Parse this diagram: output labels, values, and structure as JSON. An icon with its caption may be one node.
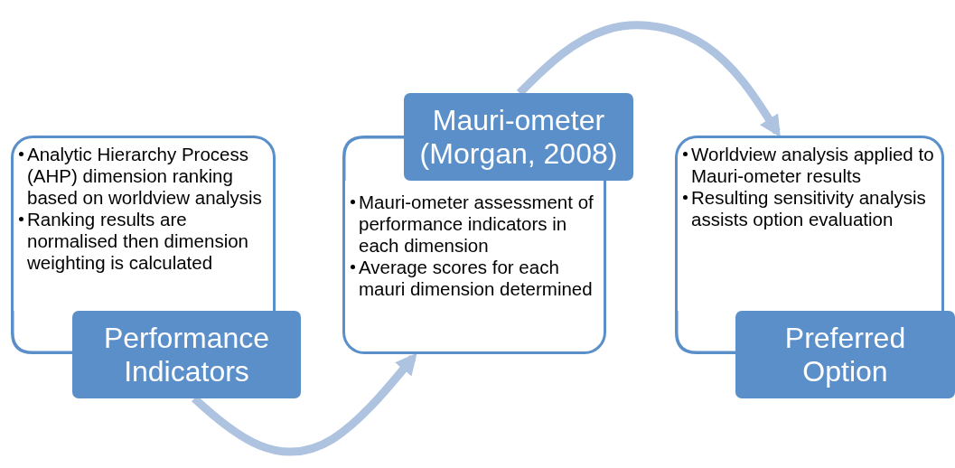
{
  "diagram": {
    "nodes": [
      {
        "text": [
          "Analytic Hierarchy Process (AHP) dimension ranking based on worldview analysis",
          "Ranking results are normalised then dimension weighting is calculated"
        ]
      },
      {
        "text": [
          "Performance Indicators"
        ]
      },
      {
        "text": [
          "Mauri-ometer (Morgan, 2008)"
        ]
      },
      {
        "text": [
          "Mauri-ometer assessment of performance indicators in each dimension",
          "Average scores for each mauri dimension determined"
        ]
      },
      {
        "text": [
          "Worldview analysis applied to Mauri-ometer results",
          "Resulting sensitivity analysis assists option evaluation"
        ]
      },
      {
        "text": [
          "Preferred Option"
        ]
      }
    ],
    "edges": [
      {
        "from": 1,
        "to": 3,
        "arrow": "to"
      },
      {
        "from": 2,
        "to": 4,
        "arrow": "to"
      }
    ]
  }
}
